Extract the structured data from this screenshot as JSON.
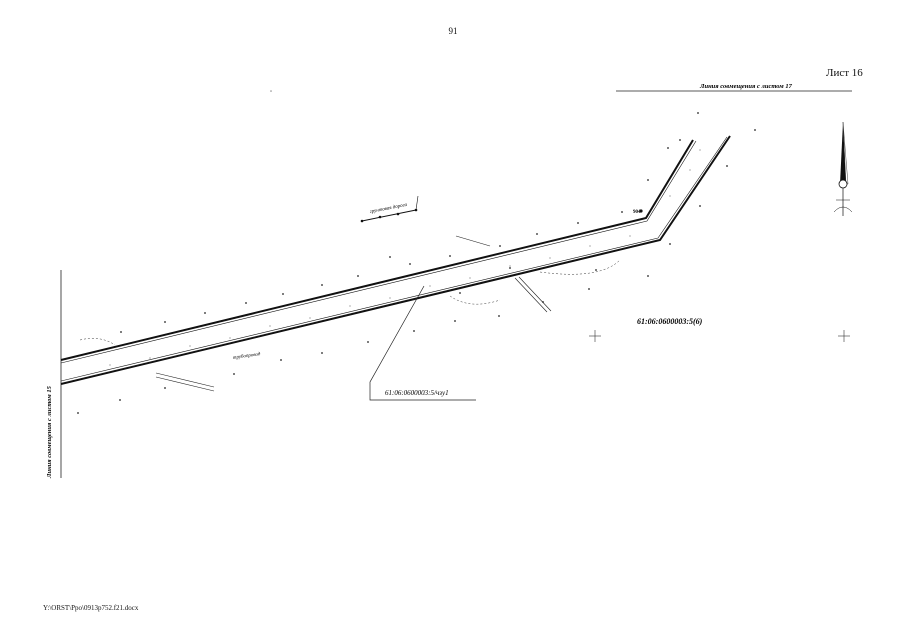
{
  "page": {
    "number": "91",
    "sheet": "Лист 16",
    "footer": "Y:\\ORST\\Ppo\\0913p752.f21.docx"
  },
  "map": {
    "match_line_top": "Линия совмещения с листом 17",
    "match_line_left": "Линия совмещения с листом 15",
    "parcel_main": "61:06:0600003:5(6)",
    "parcel_sub": "61:06:0600003:5/чзу1",
    "road_label": "грунтовая дорога",
    "pipeline_label": "трубопровод",
    "point_label": "904"
  }
}
